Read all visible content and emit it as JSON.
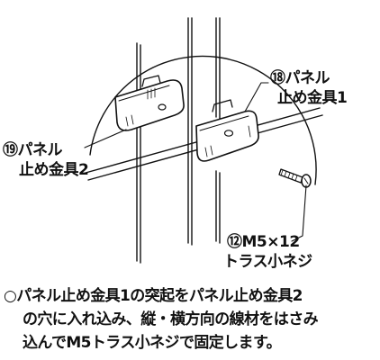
{
  "labels": {
    "part18": [
      "⑱パネル",
      "止め金具1"
    ],
    "part19": [
      "⑲パネル",
      "止め金具2"
    ],
    "part12": [
      "⑫M5×12",
      "トラス小ネジ"
    ]
  },
  "caption": [
    "○パネル止め金具1の突起をパネル止め金具2",
    "の穴に入れ込み、縦・横方向の線材をはさみ",
    "込んでM5トラス小ネジで固定します。"
  ]
}
